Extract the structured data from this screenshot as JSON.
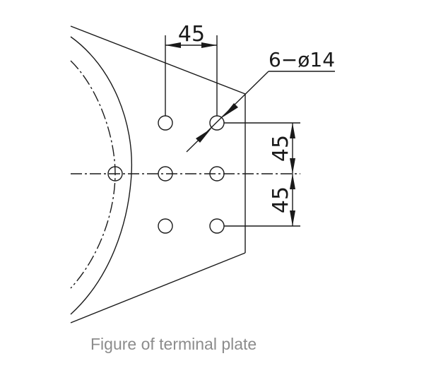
{
  "drawing": {
    "dimensions": {
      "horizontal_spacing": "45",
      "vertical_spacing_upper": "45",
      "vertical_spacing_lower": "45"
    },
    "hole_callout": "6−ø14",
    "hole_count": 6,
    "colors": {
      "line": "#1a1a1a",
      "caption": "#8c8c8c",
      "background": "#ffffff"
    }
  },
  "caption": "Figure of terminal plate"
}
